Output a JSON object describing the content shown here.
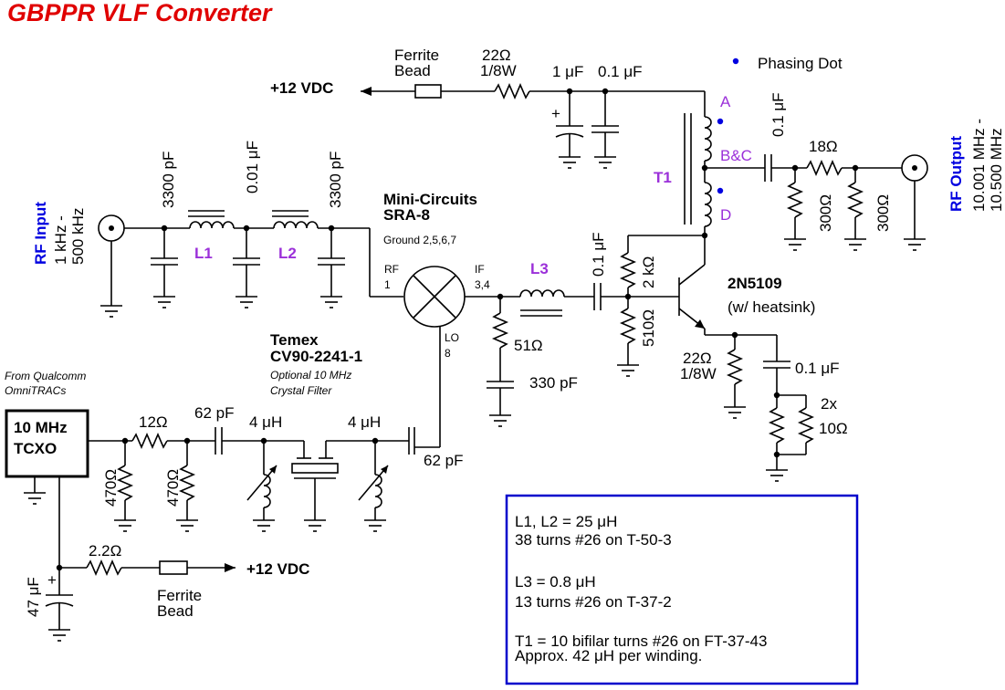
{
  "title": "GBPPR VLF Converter",
  "power_top": "+12 VDC",
  "power_bottom": "+12 VDC",
  "ferrite_top": [
    "Ferrite",
    "Bead"
  ],
  "ferrite_bottom": [
    "Ferrite",
    "Bead"
  ],
  "r22_top": [
    "22Ω",
    "1/8W"
  ],
  "c1uf": "1 μF",
  "c01uf_top": "0.1 μF",
  "phasing_dot": "Phasing Dot",
  "t1": {
    "name": "T1",
    "a": "A",
    "bc": "B&C",
    "d": "D"
  },
  "c01uf_out": "0.1 μF",
  "r18": "18Ω",
  "r300a": "300Ω",
  "r300b": "300Ω",
  "rf_output": {
    "label": "RF Output",
    "range1": "10.001 MHz -",
    "range2": "10.500 MHz"
  },
  "rf_input": {
    "label": "RF Input",
    "range1": "1 kHz -",
    "range2": "500 kHz"
  },
  "c3300a": "3300 pF",
  "c001": "0.01 μF",
  "c3300b": "3300 pF",
  "l1": "L1",
  "l2": "L2",
  "mixer": {
    "name1": "Mini-Circuits",
    "name2": "SRA-8",
    "ground": "Ground 2,5,6,7",
    "rf": "RF",
    "rf_pin": "1",
    "if": "IF",
    "if_pin": "3,4",
    "lo": "LO",
    "lo_pin": "8"
  },
  "l3": "L3",
  "c01_if": "0.1 μF",
  "r51": "51Ω",
  "c330": "330 pF",
  "r2k": "2 kΩ",
  "r510": "510Ω",
  "transistor": {
    "name": "2N5109",
    "note": "(w/ heatsink)"
  },
  "r22_emitter": [
    "22Ω",
    "1/8W"
  ],
  "c01_emitter": "0.1 μF",
  "r10": [
    "2x",
    "10Ω"
  ],
  "temex": {
    "name1": "Temex",
    "name2": "CV90-2241-1",
    "note1": "Optional 10 MHz",
    "note2": "Crystal Filter"
  },
  "qualcomm": [
    "From Qualcomm",
    "OmniTRACs"
  ],
  "tcxo": [
    "10 MHz",
    "TCXO"
  ],
  "r12": "12Ω",
  "c62a": "62 pF",
  "l4a": "4 μH",
  "l4b": "4 μH",
  "c62b": "62 pF",
  "r470a": "470Ω",
  "r470b": "470Ω",
  "r22b": "2.2Ω",
  "c47": "47 μF",
  "notes": [
    "L1, L2 = 25 μH",
    "38 turns #26 on T-50-3",
    "L3 = 0.8 μH",
    "13 turns #26 on T-37-2",
    "T1 = 10 bifilar turns #26 on FT-37-43",
    "Approx. 42 μH per winding."
  ]
}
